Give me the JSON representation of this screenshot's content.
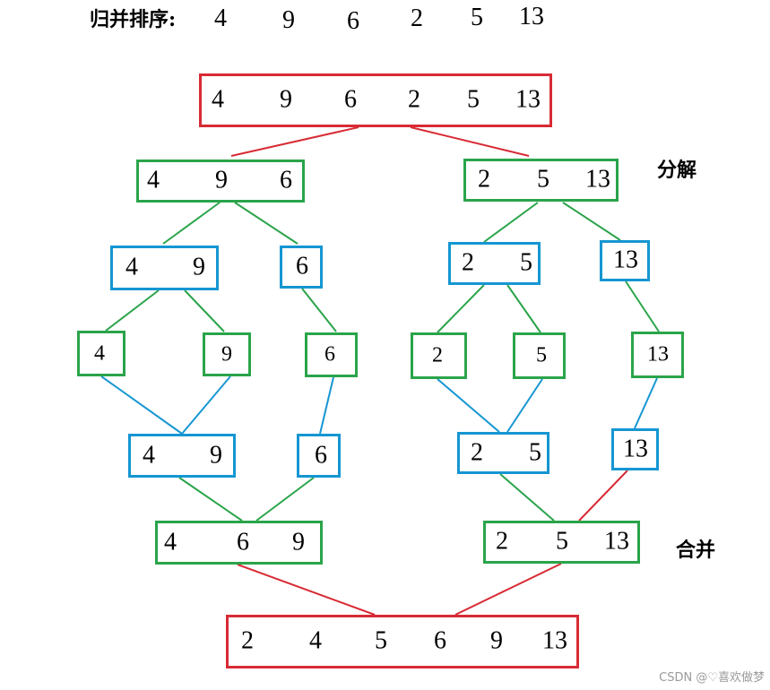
{
  "title": {
    "label": "归并排序:",
    "values": [
      "4",
      "9",
      "6",
      "2",
      "5",
      "13"
    ]
  },
  "labels": {
    "split": "分解",
    "merge": "合并"
  },
  "colors": {
    "red": "#d82b35",
    "green": "#2aa44a",
    "blue": "#1596d2"
  },
  "nodes": {
    "root": [
      "4",
      "9",
      "6",
      "2",
      "5",
      "13"
    ],
    "split1_left": [
      "4",
      "9",
      "6"
    ],
    "split1_right": [
      "2",
      "5",
      "13"
    ],
    "split2_a": [
      "4",
      "9"
    ],
    "split2_b": [
      "6"
    ],
    "split2_c": [
      "2",
      "5"
    ],
    "split2_d": [
      "13"
    ],
    "leaf_4": [
      "4"
    ],
    "leaf_9": [
      "9"
    ],
    "leaf_6": [
      "6"
    ],
    "leaf_2": [
      "2"
    ],
    "leaf_5": [
      "5"
    ],
    "leaf_13": [
      "13"
    ],
    "merge1_a": [
      "4",
      "9"
    ],
    "merge1_b": [
      "6"
    ],
    "merge1_c": [
      "2",
      "5"
    ],
    "merge1_d": [
      "13"
    ],
    "merge2_left": [
      "4",
      "6",
      "9"
    ],
    "merge2_right": [
      "2",
      "5",
      "13"
    ],
    "result": [
      "2",
      "4",
      "5",
      "6",
      "9",
      "13"
    ]
  },
  "watermark": "CSDN @♡喜欢做梦"
}
